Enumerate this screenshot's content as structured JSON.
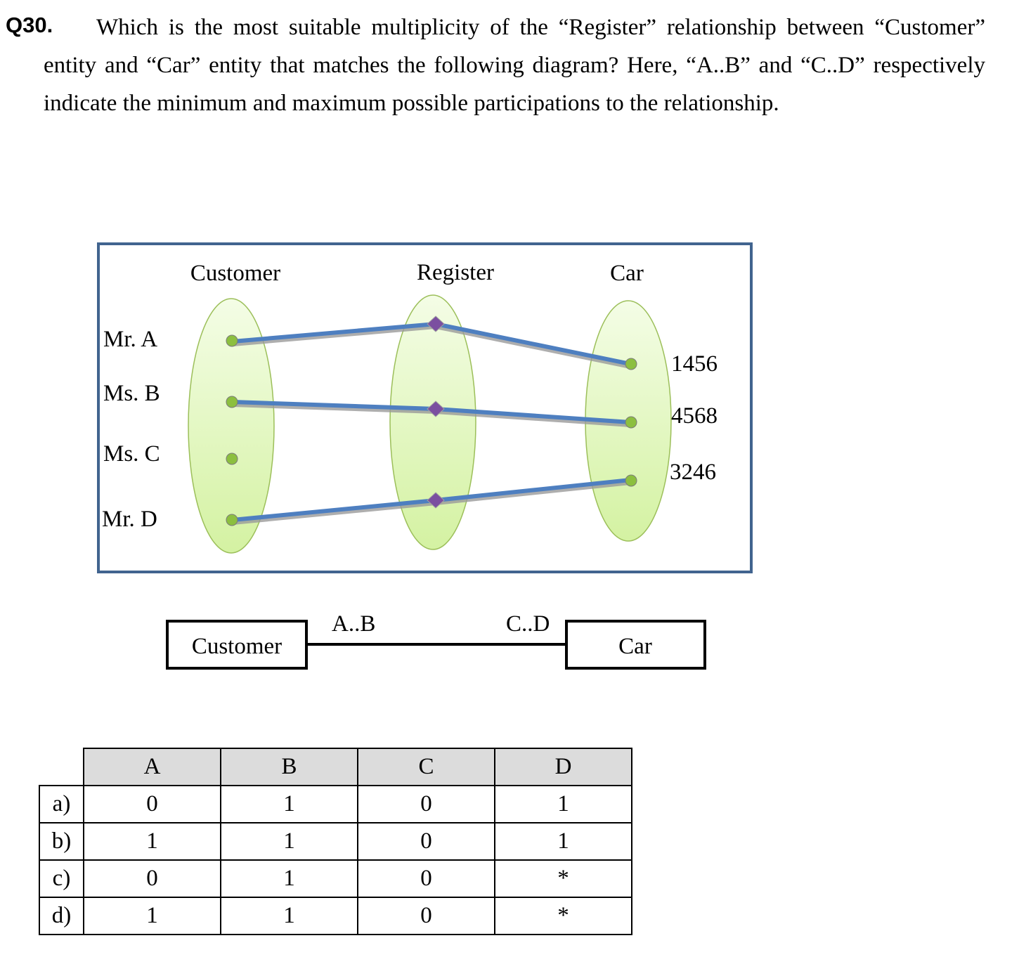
{
  "question": {
    "number": "Q30.",
    "text": "Which is the most suitable multiplicity of the “Register” relationship between “Customer” entity and “Car” entity that matches the following diagram? Here, “A..B” and “C..D” respectively indicate the minimum and maximum possible participations to the relationship."
  },
  "instance_diagram": {
    "headers": {
      "customer": "Customer",
      "register": "Register",
      "car": "Car"
    },
    "customers": [
      "Mr. A",
      "Ms. B",
      "Ms. C",
      "Mr. D"
    ],
    "cars": [
      "1456",
      "4568",
      "3246"
    ],
    "colors": {
      "frame": "#41648f",
      "ellipse": "#dff7b8",
      "dot": "#8cbf3f",
      "diamond": "#7b4fa0",
      "link": "#4e7fc0"
    }
  },
  "er_diagram": {
    "left_entity": "Customer",
    "right_entity": "Car",
    "left_multiplicity": "A..B",
    "right_multiplicity": "C..D"
  },
  "options_table": {
    "headers": [
      "A",
      "B",
      "C",
      "D"
    ],
    "rows": [
      {
        "label": "a)",
        "values": [
          "0",
          "1",
          "0",
          "1"
        ]
      },
      {
        "label": "b)",
        "values": [
          "1",
          "1",
          "0",
          "1"
        ]
      },
      {
        "label": "c)",
        "values": [
          "0",
          "1",
          "0",
          "*"
        ]
      },
      {
        "label": "d)",
        "values": [
          "1",
          "1",
          "0",
          "*"
        ]
      }
    ]
  }
}
